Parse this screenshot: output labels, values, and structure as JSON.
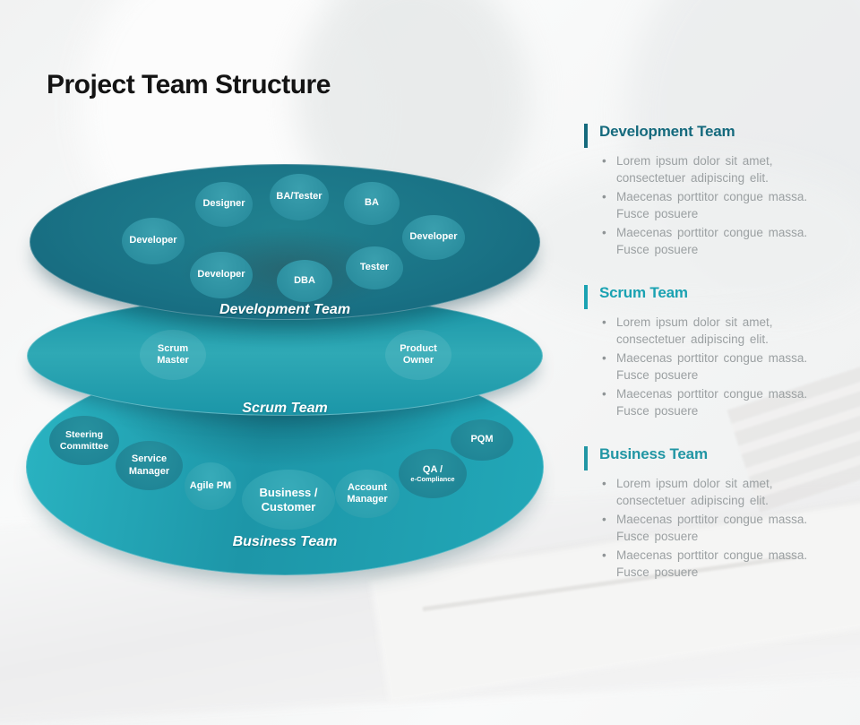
{
  "slide": {
    "title": "Project Team Structure"
  },
  "diagram": {
    "layers": [
      {
        "label": "Development Team",
        "bubbles": [
          {
            "label": "Designer"
          },
          {
            "label": "BA/Tester"
          },
          {
            "label": "BA"
          },
          {
            "label": "Developer"
          },
          {
            "label": "Developer"
          },
          {
            "label": "Developer"
          },
          {
            "label": "DBA"
          },
          {
            "label": "Tester"
          }
        ]
      },
      {
        "label": "Scrum Team",
        "bubbles": [
          {
            "label": "Scrum Master"
          },
          {
            "label": "Product Owner"
          }
        ]
      },
      {
        "label": "Business Team",
        "bubbles": [
          {
            "label": "Steering Committee"
          },
          {
            "label": "Service Manager"
          },
          {
            "label": "Agile PM"
          },
          {
            "label": "Business / Customer"
          },
          {
            "label": "Account Manager"
          },
          {
            "label": "QA /",
            "sub": "e-Compliance"
          },
          {
            "label": "PQM"
          }
        ]
      }
    ]
  },
  "panel": {
    "sections": [
      {
        "heading": "Development Team",
        "bullets": [
          "Lorem ipsum dolor sit amet, consectetuer adipiscing elit.",
          "Maecenas porttitor congue massa. Fusce posuere",
          "Maecenas porttitor congue massa. Fusce posuere"
        ]
      },
      {
        "heading": "Scrum Team",
        "bullets": [
          "Lorem ipsum dolor sit amet, consectetuer adipiscing elit.",
          "Maecenas porttitor congue massa. Fusce posuere",
          "Maecenas porttitor congue massa. Fusce posuere"
        ]
      },
      {
        "heading": "Business Team",
        "bullets": [
          "Lorem ipsum dolor sit amet, consectetuer adipiscing elit.",
          "Maecenas porttitor congue massa. Fusce posuere",
          "Maecenas porttitor congue massa. Fusce posuere"
        ]
      }
    ]
  },
  "colors": {
    "accent_dark_teal": "#156a7d",
    "accent_bright_teal": "#1aa2b2",
    "accent_mid_teal": "#2196a4",
    "ellipse_dev": "#1a7386",
    "ellipse_scrum": "#2fa9b5",
    "ellipse_business": "#22a8b8",
    "bullet_text": "#9ba0a2",
    "title_text": "#141414"
  }
}
